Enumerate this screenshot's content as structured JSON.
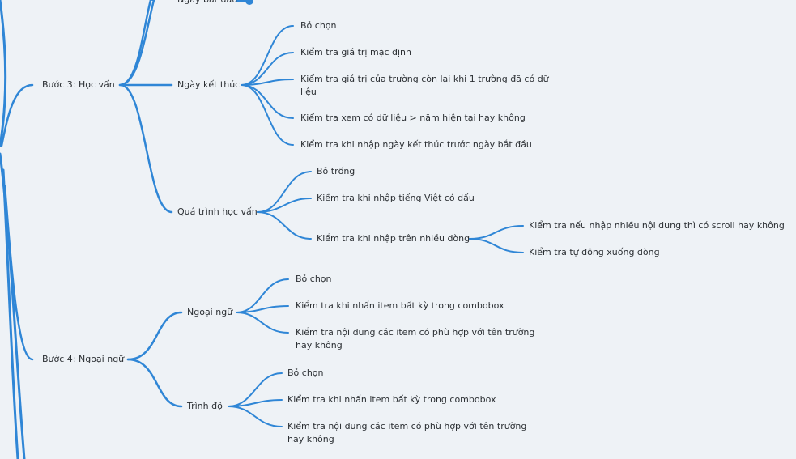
{
  "topics": {
    "step3": "Bước 3: Học vấn",
    "step4": "Bước 4: Ngoại ngữ"
  },
  "step3": {
    "start_date": "Ngày bắt đầu",
    "end_date": {
      "label": "Ngày kết thúc",
      "items": [
        "Bỏ chọn",
        "Kiểm tra giá trị mặc định",
        "Kiểm tra giá trị của trường còn lại khi 1 trường đã có dữ liệu",
        "Kiểm tra xem có dữ liệu > năm hiện tại hay không",
        "Kiểm tra khi nhập ngày kết thúc trước ngày bắt đầu"
      ]
    },
    "process": {
      "label": "Quá trình học vấn",
      "items": [
        "Bỏ trống",
        "Kiểm tra khi nhập tiếng Việt có dấu",
        "Kiểm tra khi nhập trên nhiều dòng"
      ],
      "multiline_children": [
        "Kiểm tra nếu nhập nhiều nội dung thì có scroll hay không",
        "Kiểm tra tự động xuống dòng"
      ]
    }
  },
  "step4": {
    "language": {
      "label": "Ngoại ngữ",
      "items": [
        "Bỏ chọn",
        "Kiểm tra khi nhấn item bất kỳ trong combobox",
        "Kiểm tra nội dung các item có phù hợp với tên trường hay không"
      ]
    },
    "level": {
      "label": "Trình độ",
      "items": [
        "Bỏ chọn",
        "Kiểm tra khi nhấn item bất kỳ trong combobox",
        "Kiểm tra nội dung các item có phù hợp với tên trường hay không"
      ]
    }
  },
  "colors": {
    "branch": "#2f86d6",
    "background": "#eef2f6",
    "text": "#2b2f33"
  }
}
